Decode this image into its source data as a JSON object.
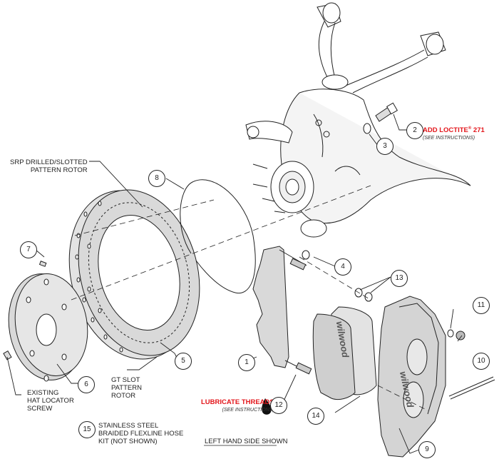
{
  "diagram": {
    "title": "LEFT HAND SIDE SHOWN",
    "accent_color": "#e3161b",
    "line_color": "#222222",
    "fill_color": "#d9d9d9"
  },
  "labels": {
    "rotor_srp_1": "SRP DRILLED/SLOTTED",
    "rotor_srp_2": "PATTERN ROTOR",
    "rotor_gt_1": "GT SLOT",
    "rotor_gt_2": "PATTERN",
    "rotor_gt_3": "ROTOR",
    "hat_screw_1": "EXISTING",
    "hat_screw_2": "HAT LOCATOR",
    "hat_screw_3": "SCREW",
    "hose_1": "STAINLESS STEEL",
    "hose_2": "BRAIDED FLEXLINE HOSE",
    "hose_3": "KIT (NOT SHOWN)",
    "loctite": "ADD LOCTITE",
    "loctite_reg": "®",
    "loctite_num": " 271",
    "loctite_sub": "(SEE INSTRUCTIONS)",
    "lubricate": "LUBRICATE THREADS",
    "lubricate_sub": "(SEE INSTRUCTIONS)",
    "pad_brand": "wilwood",
    "caliper_brand": "wilwood"
  },
  "callouts": [
    "1",
    "2",
    "3",
    "4",
    "5",
    "6",
    "7",
    "8",
    "9",
    "10",
    "11",
    "12",
    "13",
    "14",
    "15"
  ],
  "icons": {
    "lubricant": "oil-drop-icon"
  }
}
